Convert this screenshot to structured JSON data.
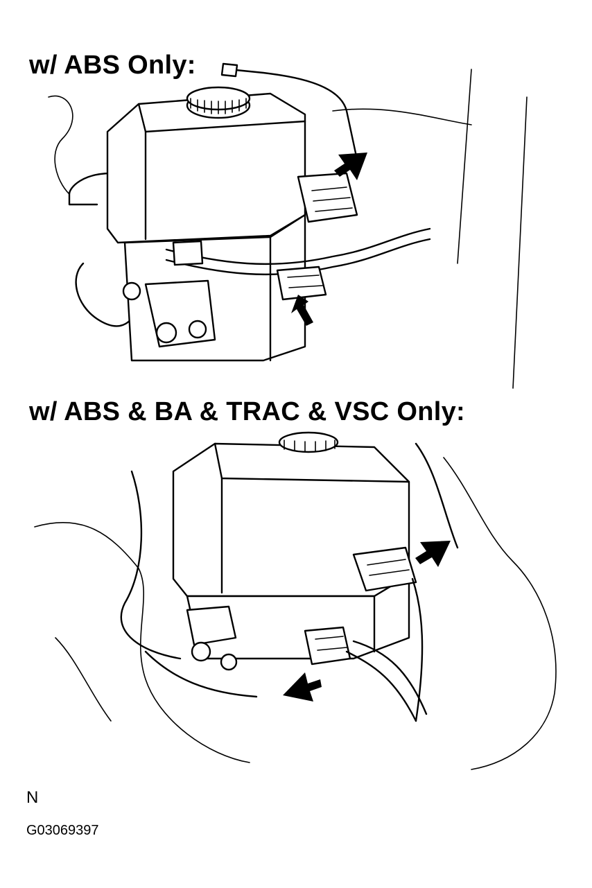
{
  "diagram": {
    "sections": [
      {
        "label": "w/ ABS Only:",
        "illustration": "brake-actuator-connectors",
        "arrow_count": 2
      },
      {
        "label": "w/ ABS & BA & TRAC & VSC Only:",
        "illustration": "brake-actuator-connectors",
        "arrow_count": 2
      }
    ],
    "orientation_mark": "N",
    "figure_code": "G03069397"
  },
  "colors": {
    "line": "#000000",
    "background": "#ffffff"
  }
}
